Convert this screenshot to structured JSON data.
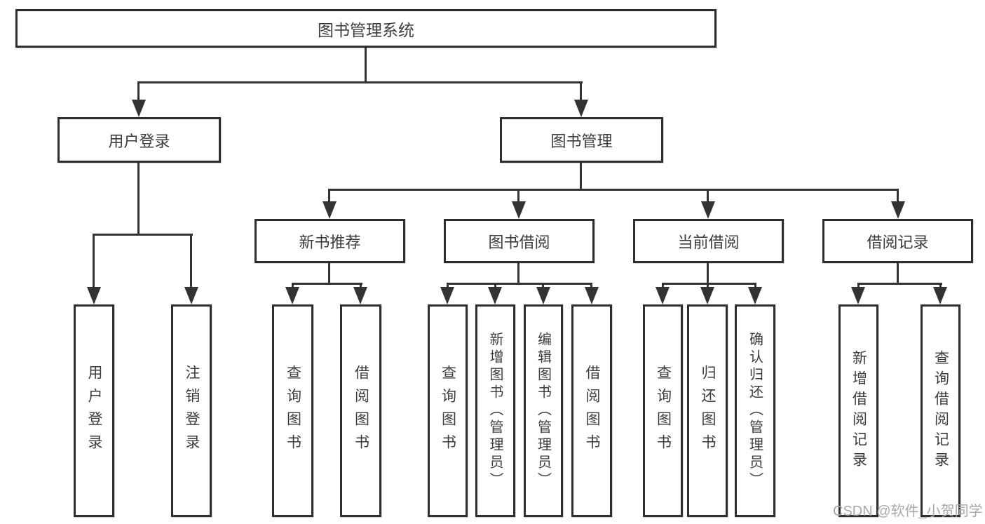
{
  "tree": {
    "root": {
      "label": "图书管理系统"
    },
    "level2": [
      {
        "label": "用户登录"
      },
      {
        "label": "图书管理"
      }
    ],
    "level3": [
      {
        "label": "新书推荐",
        "parent": "图书管理"
      },
      {
        "label": "图书借阅",
        "parent": "图书管理"
      },
      {
        "label": "当前借阅",
        "parent": "图书管理"
      },
      {
        "label": "借阅记录",
        "parent": "图书管理"
      }
    ],
    "leaves": [
      {
        "label": "用户登录",
        "parent": "用户登录"
      },
      {
        "label": "注销登录",
        "parent": "用户登录"
      },
      {
        "label": "查询图书",
        "parent": "新书推荐"
      },
      {
        "label": "借阅图书",
        "parent": "新书推荐"
      },
      {
        "label": "查询图书",
        "parent": "图书借阅"
      },
      {
        "label": "新增图书（管理员）",
        "parent": "图书借阅"
      },
      {
        "label": "编辑图书（管理员）",
        "parent": "图书借阅"
      },
      {
        "label": "借阅图书",
        "parent": "图书借阅"
      },
      {
        "label": "查询图书",
        "parent": "当前借阅"
      },
      {
        "label": "归还图书",
        "parent": "当前借阅"
      },
      {
        "label": "确认归还（管理员）",
        "parent": "当前借阅"
      },
      {
        "label": "新增借阅记录",
        "parent": "借阅记录"
      },
      {
        "label": "查询借阅记录",
        "parent": "借阅记录"
      }
    ]
  },
  "colors": {
    "line": "#333333",
    "border": "#2e2e2e",
    "text": "#3c3c3c",
    "watermark": "#a8a8a8"
  },
  "watermark": "CSDN @软件_小贺同学"
}
